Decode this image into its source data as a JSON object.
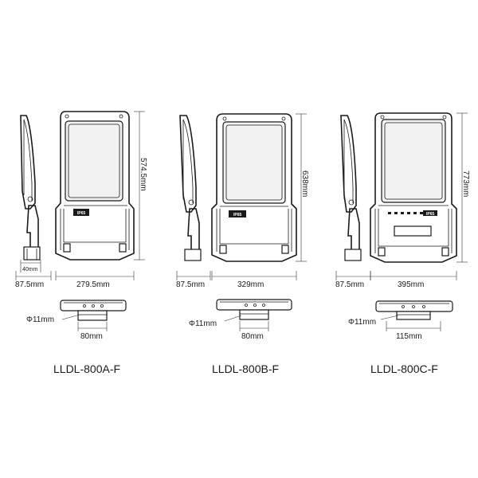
{
  "models": [
    {
      "model_name": "LLDL-800A-F",
      "side_depth": "87.5mm",
      "bracket_depth": "40mm",
      "width": "279.5mm",
      "height": "574.5mm",
      "hole_diameter": "Φ11mm",
      "hole_spacing": "80mm",
      "label_text": "IP65"
    },
    {
      "model_name": "LLDL-800B-F",
      "side_depth": "87.5mm",
      "width": "329mm",
      "height": "638mm",
      "hole_diameter": "Φ11mm",
      "hole_spacing": "80mm",
      "label_text": "IP65"
    },
    {
      "model_name": "LLDL-800C-F",
      "side_depth": "87.5mm",
      "width": "395mm",
      "height": "773mm",
      "hole_diameter": "Φ11mm",
      "hole_spacing": "115mm",
      "label_text": "IP65"
    }
  ]
}
